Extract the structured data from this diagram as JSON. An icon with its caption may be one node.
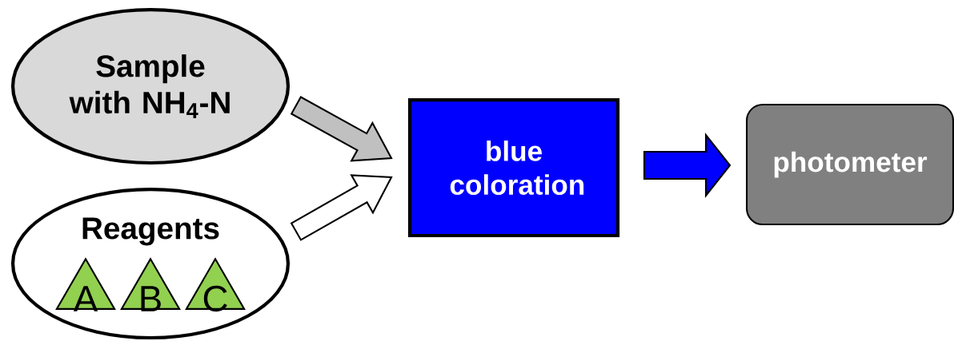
{
  "diagram": {
    "nodes": [
      {
        "text": [
          "Sample with NH$_{4}$-N"
        ]
      },
      {
        "text": [
          "Reagents"
        ]
      },
      {
        "text": [
          "A"
        ],
        "in": 1
      },
      {
        "text": [
          "B"
        ],
        "in": 1
      },
      {
        "text": [
          "C"
        ],
        "in": 1
      },
      {
        "text": [
          "blue coloration"
        ]
      },
      {
        "text": [
          "photometer"
        ]
      }
    ],
    "edges": [
      {
        "from": 0,
        "to": 5,
        "arrow": "to",
        "color": "#c0c0c0"
      },
      {
        "from": 1,
        "to": 5,
        "arrow": "to",
        "color": "#ffffff"
      },
      {
        "from": 5,
        "to": 6,
        "arrow": "to",
        "color": "#0000ff"
      }
    ]
  }
}
